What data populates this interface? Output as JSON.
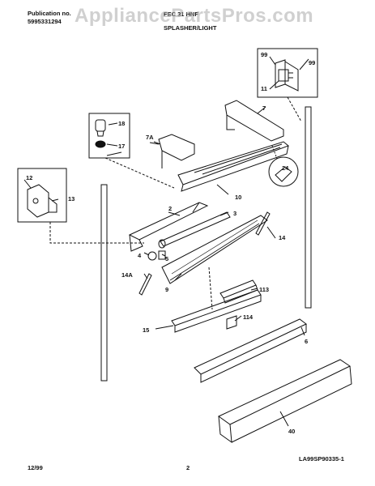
{
  "header": {
    "publication_label": "Publication no.",
    "publication_number": "5995331294",
    "model": "FEC 31 HNF",
    "section_title": "SPLASHER/LIGHT"
  },
  "watermark": "AppliancePartsPros.com",
  "callouts": {
    "c99a": "99",
    "c99b": "99",
    "c11": "11",
    "c7": "7",
    "c18": "18",
    "c17": "17",
    "c7A": "7A",
    "c24": "24",
    "c10": "10",
    "c12": "12",
    "c13": "13",
    "c2": "2",
    "c3": "3",
    "c14": "14",
    "c4": "4",
    "c5": "5",
    "c14A": "14A",
    "c9": "9",
    "c113": "113",
    "c114": "114",
    "c15": "15",
    "c6": "6",
    "c40": "40"
  },
  "footer": {
    "date": "12/99",
    "page": "2",
    "diagram_code": "LA99SP90335-1"
  }
}
